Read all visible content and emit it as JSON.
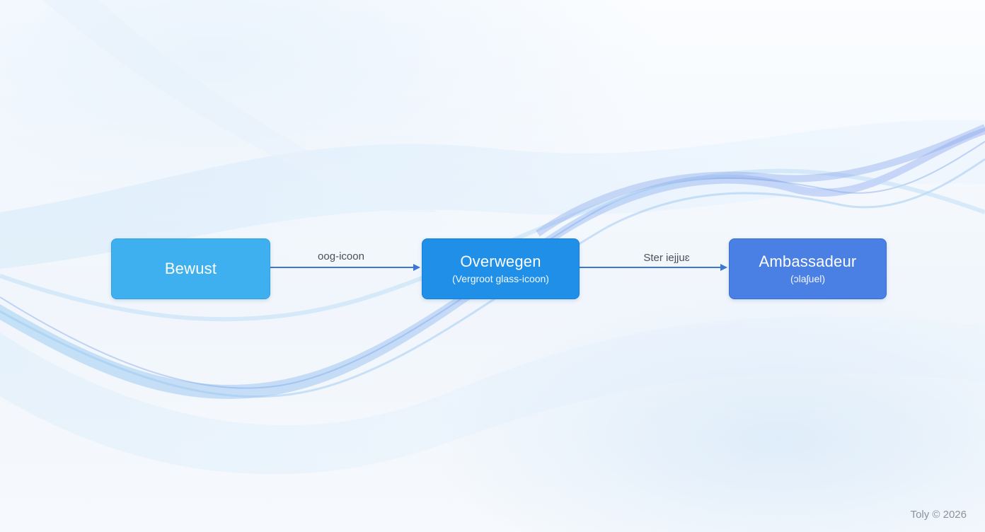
{
  "diagram": {
    "nodes": [
      {
        "title": "Bewust",
        "subtitle": ""
      },
      {
        "title": "Overwegen",
        "subtitle": "(Vergroot glass-icoon)"
      },
      {
        "title": "Ambassadeur",
        "subtitle": "(ɔlaʃuel)"
      }
    ],
    "edges": [
      {
        "label": "oog-icoon"
      },
      {
        "label": "Ster iejjuɛ"
      }
    ],
    "colors": {
      "node_1": "#3fb0ef",
      "node_2": "#1f8fe8",
      "node_3": "#4a7fe4",
      "arrow": "#3a78d4"
    }
  },
  "footer": {
    "credit": "Toly © 2026"
  }
}
